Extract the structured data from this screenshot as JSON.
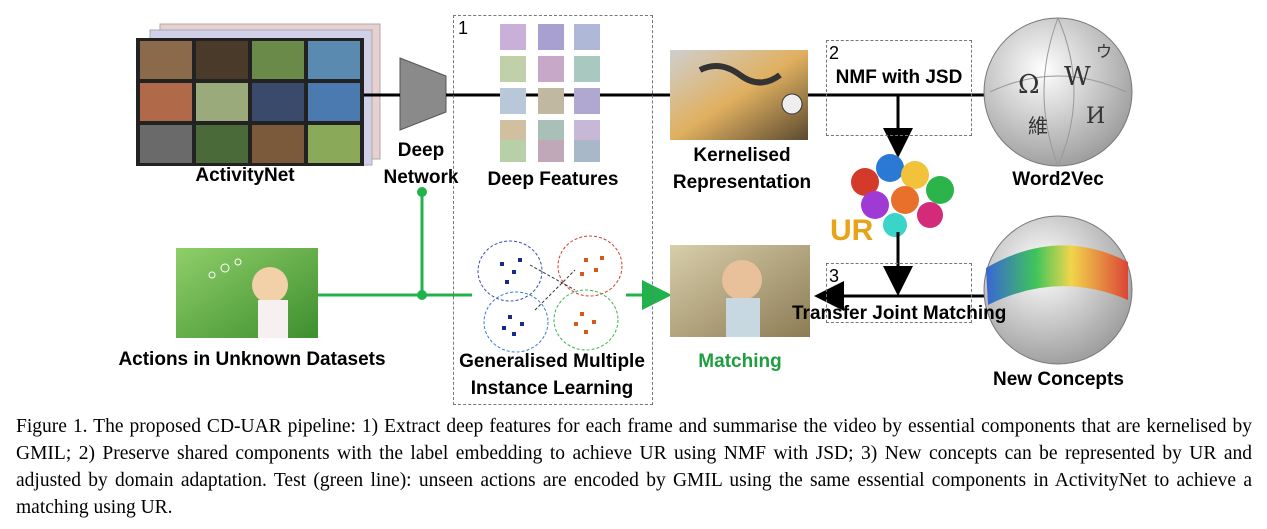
{
  "diagram": {
    "labels": {
      "activitynet": "ActivityNet",
      "deep_network": "Deep\nNetwork",
      "deep_features": "Deep Features",
      "kernelised": "Kernelised\nRepresentation",
      "nmf": "NMF with JSD",
      "word2vec": "Word2Vec",
      "ur": "UR",
      "actions_unknown": "Actions in Unknown Datasets",
      "gmil": "Generalised Multiple\nInstance Learning",
      "matching": "Matching",
      "transfer": "Transfer Joint Matching",
      "new_concepts": "New Concepts"
    },
    "step_numbers": [
      "1",
      "2",
      "3"
    ],
    "wiki_glyphs": [
      "Ω",
      "W",
      "維",
      "И",
      "ウ"
    ],
    "colors": {
      "test_line": "#22b24c",
      "matching_text": "#1e9e3e",
      "ur_text": "#e8a317",
      "dashed_box": "#777777"
    }
  },
  "caption": "Figure 1. The proposed CD-UAR pipeline: 1) Extract deep features for each frame and summarise the video by essential components that are kernelised by GMIL; 2) Preserve shared components with the label embedding to achieve UR using NMF with JSD; 3) New concepts can be represented by UR and adjusted by domain adaptation. Test (green line): unseen actions are encoded by GMIL using the same essential components in ActivityNet to achieve a matching using UR."
}
